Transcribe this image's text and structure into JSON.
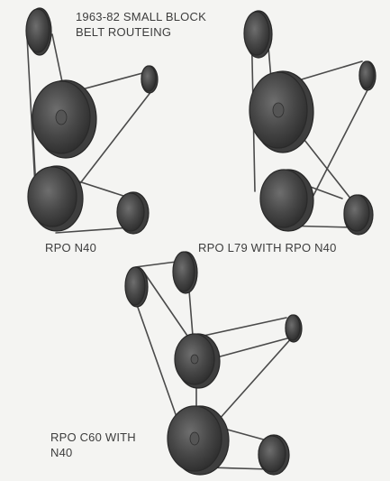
{
  "title_line1": "1963-82 SMALL BLOCK",
  "title_line2": "BELT ROUTEING",
  "labels": {
    "n40": "RPO N40",
    "l79": "RPO L79 WITH RPO N40",
    "c60_line1": "RPO C60 WITH",
    "c60_line2": "N40"
  },
  "colors": {
    "background": "#f4f4f2",
    "belt": "#4a4a4a",
    "pulley": "#3e3e3e",
    "text": "#3d3d3d"
  }
}
